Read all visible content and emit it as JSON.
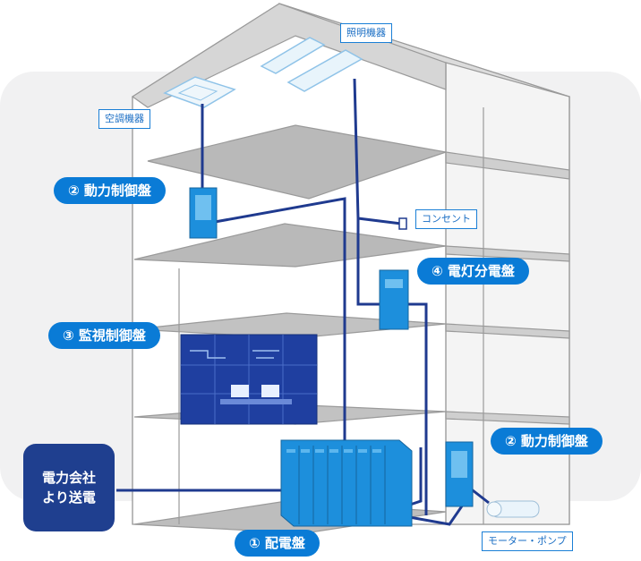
{
  "labels": {
    "lighting": "照明機器",
    "aircon": "空調機器",
    "outlet": "コンセント",
    "motor_pump": "モーター・ポンプ",
    "power_control_upper": "② 動力制御盤",
    "lighting_panel": "④ 電灯分電盤",
    "monitoring_panel": "③ 監視制御盤",
    "power_control_lower": "② 動力制御盤",
    "distribution_board": "① 配電盤"
  },
  "supplier": {
    "line1": "電力会社",
    "line2": "より送電"
  },
  "colors": {
    "pill": "#0a7bd6",
    "supplier": "#1f3f8f",
    "wire": "#1f3a8f",
    "panel": "#1d8fdc",
    "monitor": "#1f3fa0"
  }
}
